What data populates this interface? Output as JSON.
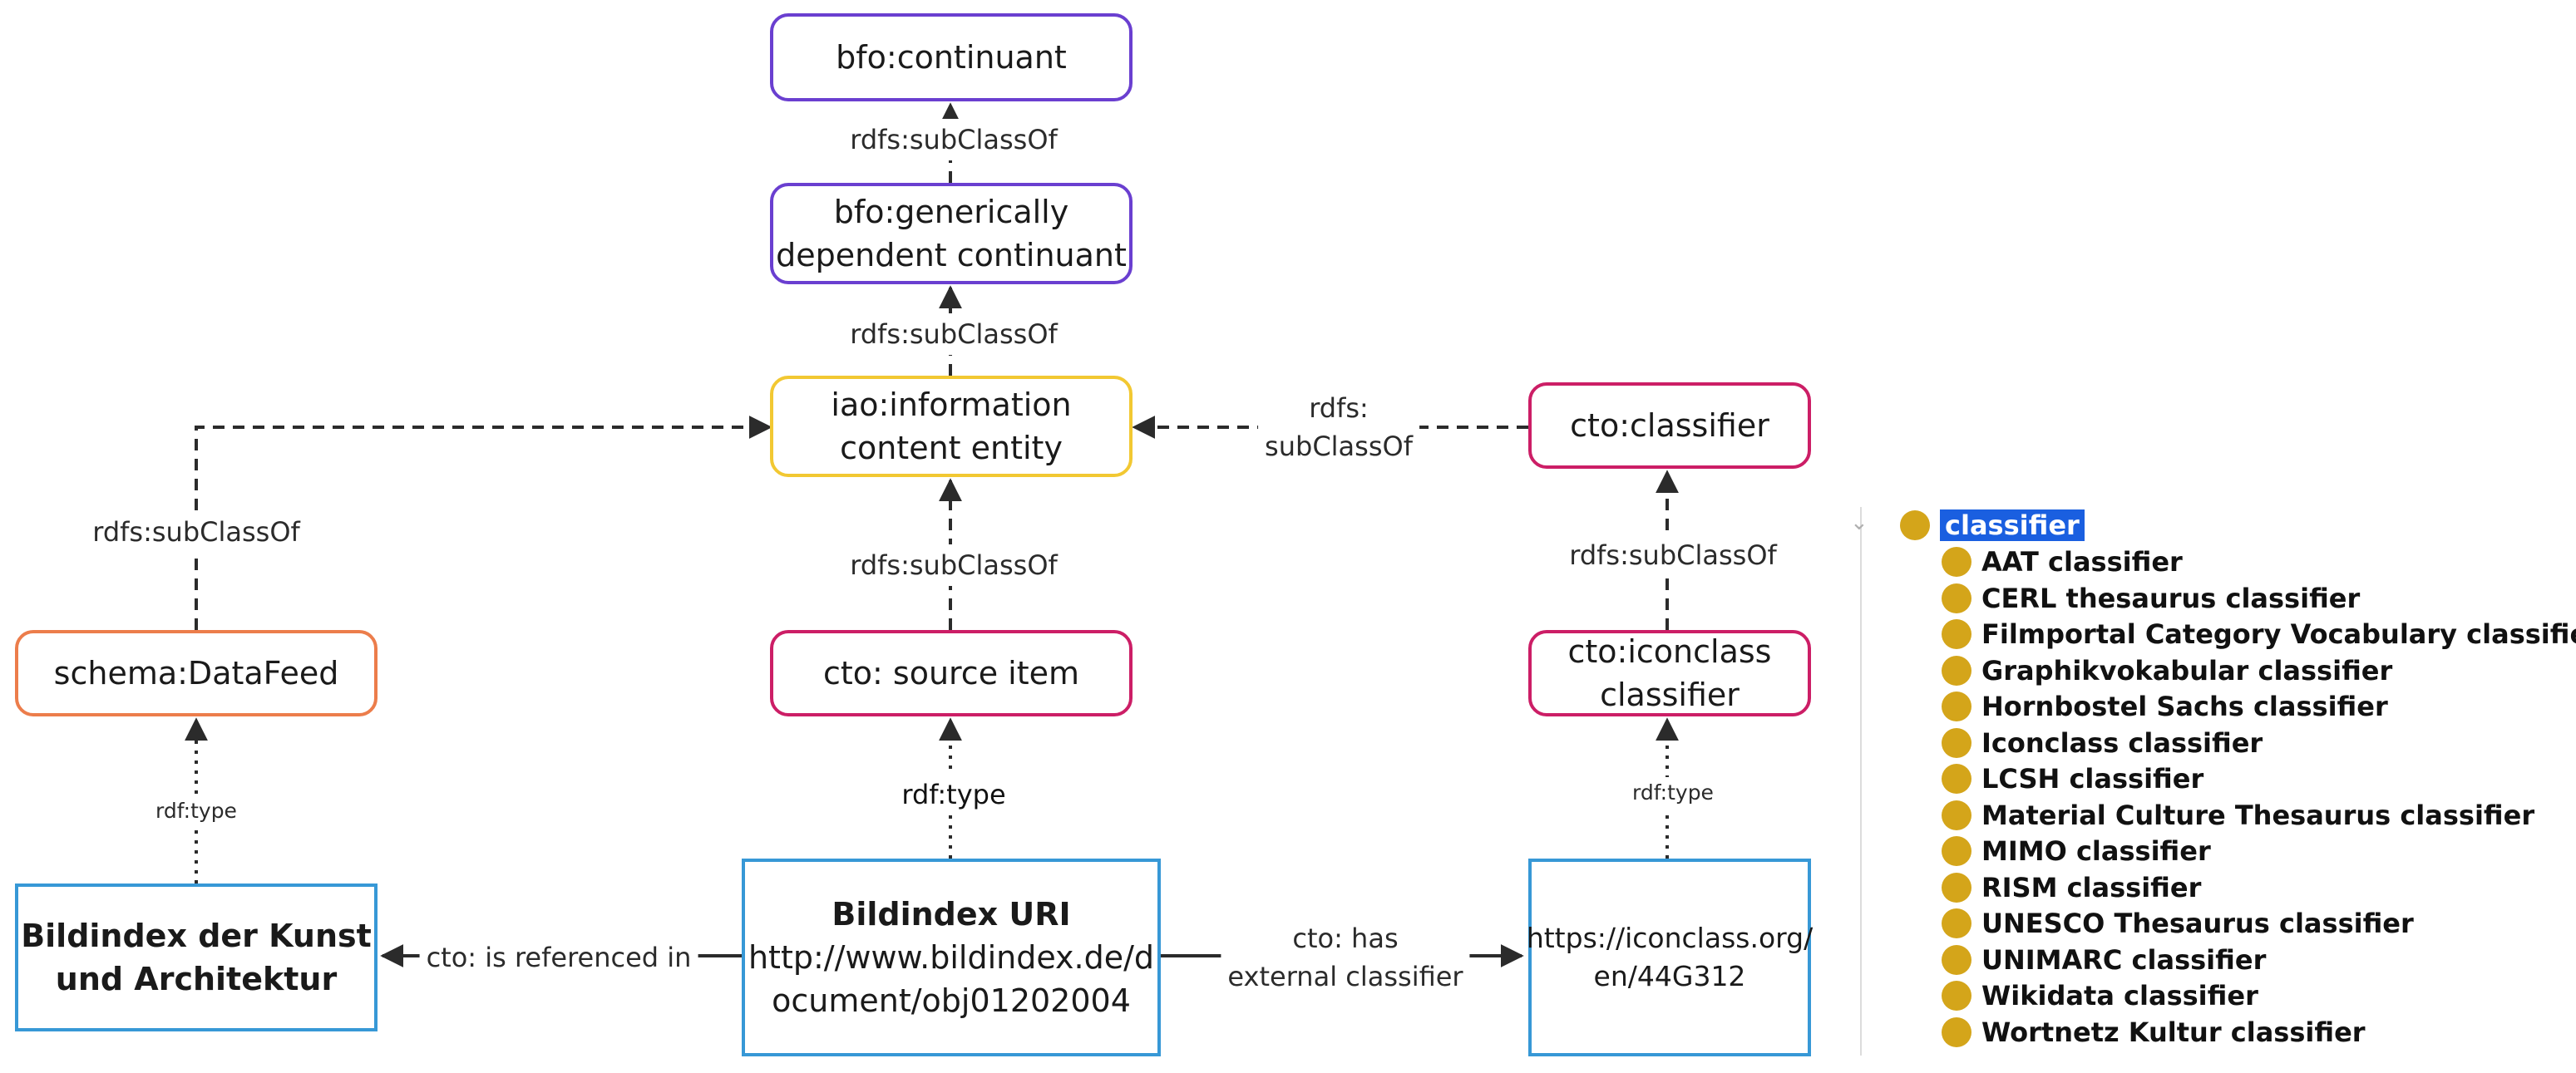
{
  "nodes": {
    "bfo_continuant": "bfo:continuant",
    "bfo_gdc": [
      "bfo:generically",
      "dependent continuant"
    ],
    "iao_ice": [
      "iao:information",
      "content entity"
    ],
    "cto_classifier": "cto:classifier",
    "schema_datafeed": "schema:DataFeed",
    "cto_source_item": "cto: source item",
    "cto_iconclass_classifier": [
      "cto:iconclass",
      "classifier"
    ],
    "bildindex_kunst": [
      "Bildindex der Kunst",
      "und Architektur"
    ],
    "bildindex_uri": {
      "title": "Bildindex URI",
      "url_lines": [
        "http://www.bildindex.de/d",
        "ocument/obj01202004"
      ]
    },
    "iconclass_url": [
      "https://iconclass.org/",
      "en/44G312"
    ]
  },
  "edge_labels": {
    "subclass": "rdfs:subClassOf",
    "subclass_split": [
      "rdfs:",
      "subClassOf"
    ],
    "rdf_type": "rdf:type",
    "is_referenced_in": "cto: is referenced in",
    "has_external_classifier": [
      "cto: has",
      "external classifier"
    ]
  },
  "taxonomy": {
    "root": "classifier",
    "items": [
      "AAT classifier",
      "CERL thesaurus classifier",
      "Filmportal Category Vocabulary classifier",
      "Graphikvokabular classifier",
      "Hornbostel Sachs classifier",
      "Iconclass classifier",
      "LCSH classifier",
      "Material Culture Thesaurus classifier",
      "MIMO classifier",
      "RISM classifier",
      "UNESCO Thesaurus classifier",
      "UNIMARC classifier",
      "Wikidata classifier",
      "Wortnetz Kultur classifier"
    ]
  },
  "colors": {
    "purple": "#6a3fd0",
    "yellow": "#f2c832",
    "magenta": "#cc1e66",
    "orange": "#ec7d4b",
    "blue": "#3798d6",
    "tree_dot": "#d4a51a",
    "tree_highlight": "#1a5fe0"
  }
}
